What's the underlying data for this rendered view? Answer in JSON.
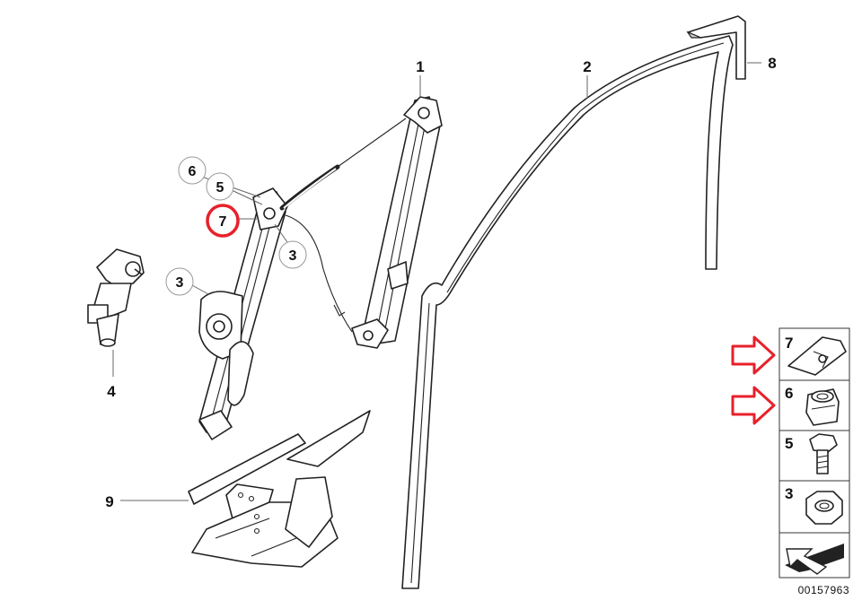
{
  "diagram": {
    "drawing_number": "00157963",
    "labels": {
      "window_regulator": "1",
      "window_channel": "2",
      "nut_small": "3",
      "nut_callout": "3",
      "motor": "4",
      "bolt_callout": "5",
      "nut_callout_circle": "6",
      "clip_highlighted": "7",
      "trim_cover": "8",
      "regulator_manual": "9"
    },
    "legend_items": [
      {
        "number": "7",
        "icon": "clip-icon"
      },
      {
        "number": "6",
        "icon": "cage-nut-icon"
      },
      {
        "number": "5",
        "icon": "bolt-icon"
      },
      {
        "number": "3",
        "icon": "hex-nut-icon"
      }
    ],
    "colors": {
      "highlight_circle": "#e8202a",
      "arrow": "#e8202a",
      "line": "#222222"
    }
  }
}
